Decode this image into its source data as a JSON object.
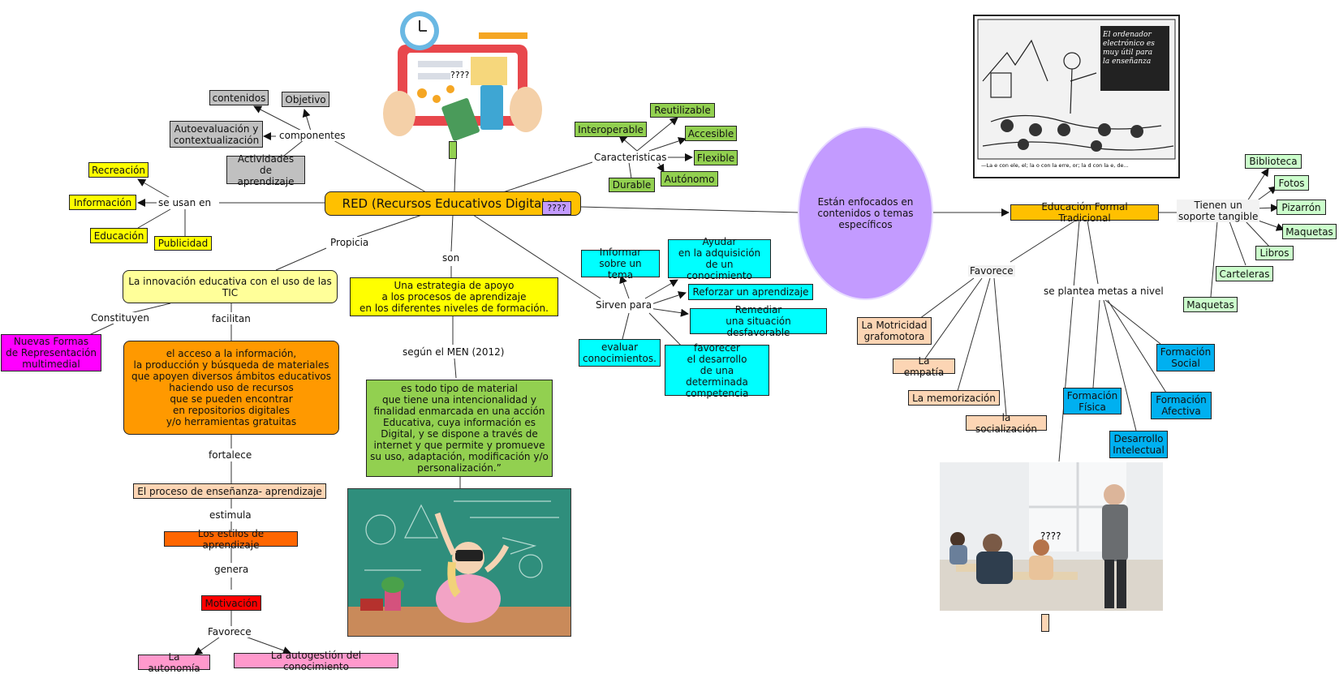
{
  "main_title": "RED (Recursos Educativos Digitales)",
  "main_tag": "????",
  "components": {
    "link": "componentes",
    "contenidos": "contenidos",
    "objetivo": "Objetivo",
    "autoevaluacion": "Autoevaluación y\ncontextualización",
    "actividades": "Actividades\nde aprendizaje"
  },
  "uses": {
    "link": "se usan en",
    "recreacion": "Recreación",
    "informacion": "Información",
    "educacion": "Educación",
    "publicidad": "Publicidad"
  },
  "characteristics": {
    "link": "Caracteristicas",
    "interoperable": "Interoperable",
    "reutilizable": "Reutilizable",
    "accesible": "Accesible",
    "flexible": "Flexible",
    "autonomo": "Autónomo",
    "durable": "Durable"
  },
  "left_branch": {
    "propicia": "Propicia",
    "innovacion": "La innovación educativa con el uso de las\nTIC",
    "constituyen": "Constituyen",
    "nuevas_formas": "Nuevas Formas\nde Representación\nmultimedial",
    "facilitan": "facilitan",
    "acceso": "el acceso a la información,\nla producción y búsqueda de materiales\nque apoyen diversos ámbitos educativos\nhaciendo uso de recursos\nque se pueden encontrar\nen repositorios digitales\ny/o herramientas gratuitas",
    "fortalece": "fortalece",
    "proceso": "El proceso de enseñanza- aprendizaje",
    "estimula": "estimula",
    "estilos": "Los estilos de aprendizaje",
    "genera": "genera",
    "motivacion": "Motivación",
    "favorece": "Favorece",
    "autonomia": "La autonomía",
    "autogestion": "La autogestión del conocimiento"
  },
  "center_branch": {
    "son": "son",
    "estrategia": "Una estrategia de apoyo\na los procesos de aprendizaje\nen los diferentes niveles de formación.",
    "segun": "según el MEN (2012)",
    "definicion": "es todo tipo de material\nque tiene una intencionalidad y\nfinalidad enmarcada en una acción\nEducativa, cuya información es\nDigital, y se dispone a través de\ninternet y que permite y promueve\nsu uso, adaptación, modificación y/o\npersonalización.”"
  },
  "purposes": {
    "link": "Sirven para",
    "informar": "Informar\nsobre un tema",
    "ayudar": "Ayudar\nen la adquisición\nde un conocimiento",
    "reforzar": "Reforzar un aprendizaje",
    "remediar": "Remediar\nuna situación desfavorable",
    "evaluar": "evaluar\nconocimientos.",
    "favorecer": "favorecer\nel desarrollo\nde una determinada\ncompetencia"
  },
  "ellipse_text": "Están enfocados en\ncontenidos o temas\nespecíficos",
  "traditional": {
    "title": "Educación Formal Tradicional",
    "tangible_link": "Tienen un\nsoporte tangible",
    "biblioteca": "Biblioteca",
    "fotos": "Fotos",
    "pizarron": "Pizarrón",
    "maquetas1": "Maquetas",
    "libros": "Libros",
    "carteleras": "Carteleras",
    "maquetas2": "Maquetas",
    "favorece": "Favorece",
    "motricidad": "La Motricidad\ngrafomotora",
    "empatia": "La empatía",
    "memorizacion": "La memorización",
    "socializacion": "la socialización",
    "metas": "se plantea metas a nivel",
    "fisica": "Formación\nFísica",
    "social": "Formación\nSocial",
    "afectiva": "Formación\nAfectiva",
    "intelectual": "Desarrollo\nIntelectual"
  },
  "images": {
    "cartoon_board_text": "El ordenador\nelectrónico es\nmuy útil para\nla enseñanza",
    "cartoon_caption": "—La e con ele, el; la o con la erre, or; la d con la e, de...",
    "classroom_tag": "????",
    "illustration_tag": "????"
  },
  "colors": {
    "yellow": "#ffff00",
    "orange_main": "#ffc000",
    "green": "#92d050",
    "cyan": "#00ffff",
    "magenta": "#ff00ff",
    "peach": "#fcd5b4",
    "pink": "#ff99cc",
    "red": "#ff0000",
    "dark_orange": "#ff6600",
    "blue": "#00b0f0",
    "light_green": "#ccffcc",
    "lilac_ellipse": "#c39bff",
    "grey": "#c0c0c0"
  }
}
